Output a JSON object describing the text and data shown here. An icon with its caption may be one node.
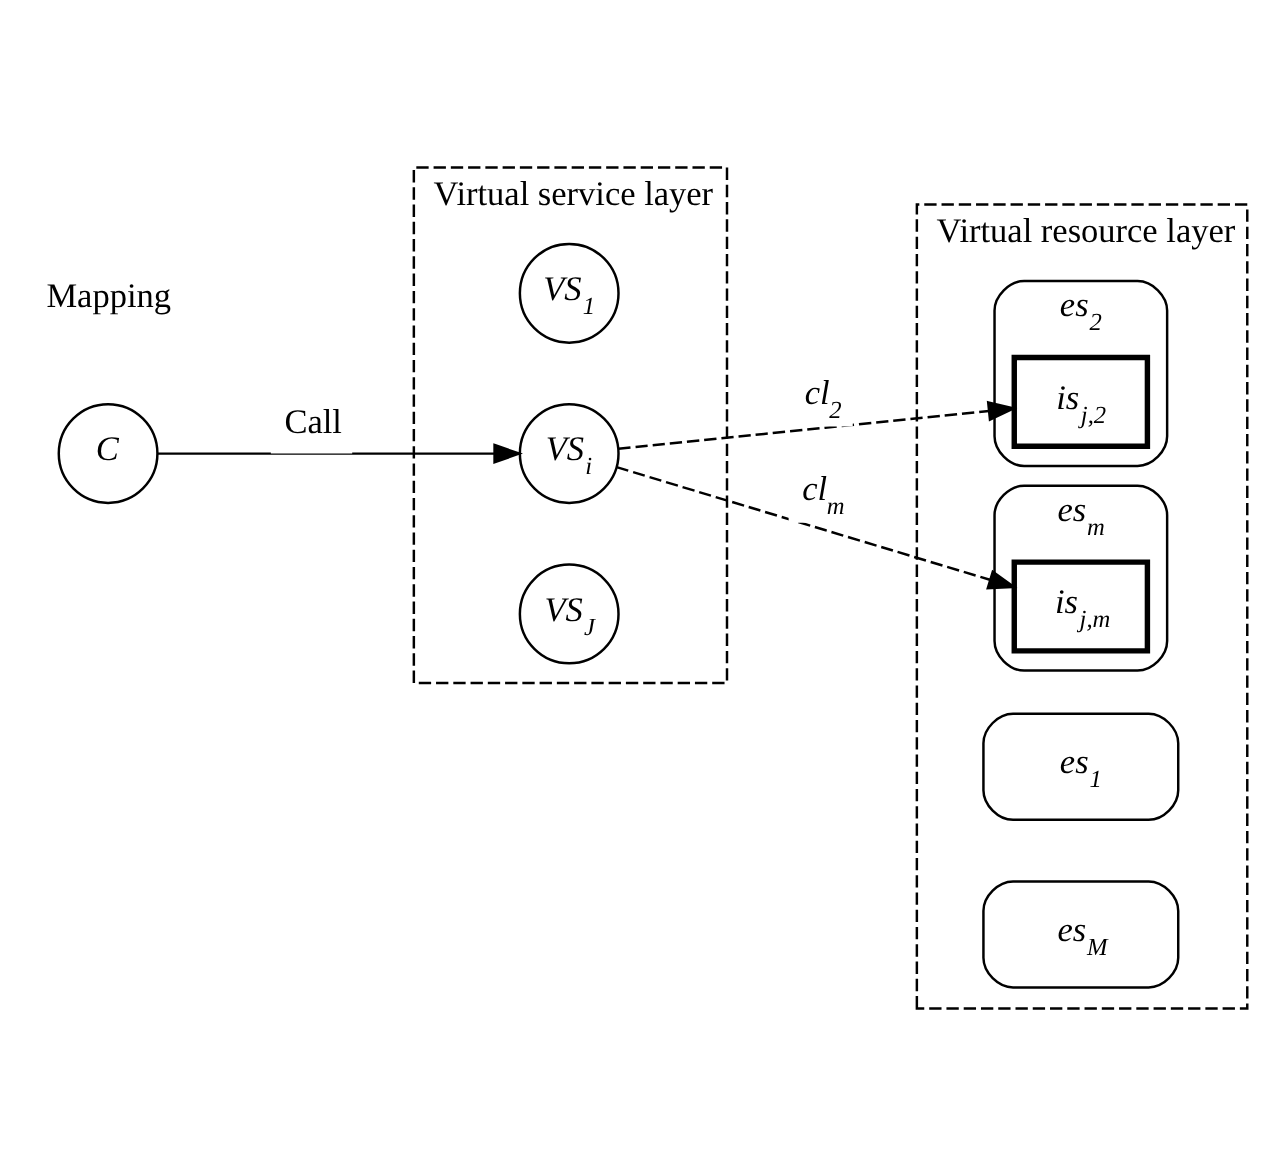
{
  "diagram": {
    "nodes": [
      {
        "text": [
          "Virtual service layer"
        ]
      },
      {
        "text": [
          "*VS*$_{1}$"
        ],
        "in": 0
      },
      {
        "text": [
          "*VS*$_{i}$"
        ],
        "in": 0
      },
      {
        "text": [
          "*VS*$_{J}$"
        ],
        "in": 0
      },
      {
        "text": [
          "*C*"
        ]
      },
      {
        "text": [
          "Virtual resource layer"
        ]
      },
      {
        "text": [
          "*es*$_{1}$"
        ],
        "in": 5
      },
      {
        "text": [
          "*es*$_{2}$"
        ],
        "in": 5
      },
      {
        "text": [
          "*is*$_{j,2}$"
        ],
        "in": 7
      },
      {
        "text": [
          "*es*$_{m}$"
        ],
        "in": 5
      },
      {
        "text": [
          "*is*$_{j,m}$"
        ],
        "in": 9
      },
      {
        "text": [
          "*es*$_{M}$"
        ],
        "in": 5
      }
    ],
    "edges": [
      {
        "from": 4,
        "to": 2,
        "arrow": "to",
        "label": "Call"
      },
      {
        "from": 2,
        "to": 8,
        "arrow": "to",
        "label": "*cl*$_{2}$",
        "style": "dashed"
      },
      {
        "from": 2,
        "to": 10,
        "arrow": "to",
        "label": "*cl*$_{m}$",
        "style": "dashed"
      }
    ],
    "labels": [
      "Mapping"
    ]
  }
}
